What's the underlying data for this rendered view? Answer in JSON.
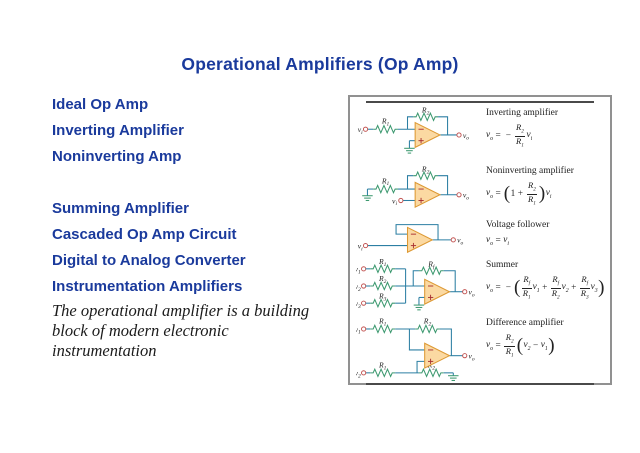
{
  "slide": {
    "title": "Operational Amplifiers (Op Amp)"
  },
  "topics": {
    "items": [
      "Ideal Op Amp",
      "Inverting Amplifier",
      "Noninverting Amp",
      "Summing Amplifier",
      "Cascaded Op Amp Circuit",
      "Digital to Analog Converter",
      "Instrumentation Amplifiers"
    ]
  },
  "note": {
    "lines": [
      "The operational amplifier is a building",
      "block of modern electronic",
      "instrumentation"
    ]
  },
  "colors": {
    "accent_blue": "#1A3A9C",
    "wire": "#2C7FA3",
    "resistor": "#3D9970",
    "opamp_fill": "#FBD9A2",
    "opamp_stroke": "#DD9933",
    "opamp_sign": "#AA3333",
    "terminal": "#C1504E",
    "figure_border": "#919191",
    "figure_text": "#222222"
  },
  "figure": {
    "rows": [
      {
        "title": "Inverting amplifier",
        "formula": [
          {
            "t": "v",
            "b": "v",
            "s": "o"
          },
          {
            "t": "o",
            "v": "="
          },
          {
            "t": "o",
            "v": "−"
          },
          {
            "t": "f",
            "nb": "R",
            "ns": "2",
            "db": "R",
            "ds": "1"
          },
          {
            "t": "v",
            "b": "v",
            "s": "i"
          }
        ],
        "circuit": {
          "type": "inverting",
          "labels": {
            "in": "v_i",
            "out": "v_o",
            "r1": "R_1",
            "r2": "R_2"
          }
        }
      },
      {
        "title": "Noninverting amplifier",
        "formula": [
          {
            "t": "v",
            "b": "v",
            "s": "o"
          },
          {
            "t": "o",
            "v": "="
          },
          {
            "t": "p",
            "v": "("
          },
          {
            "t": "n",
            "v": "1"
          },
          {
            "t": "o",
            "v": "+"
          },
          {
            "t": "f",
            "nb": "R",
            "ns": "2",
            "db": "R",
            "ds": "1"
          },
          {
            "t": "p",
            "v": ")"
          },
          {
            "t": "v",
            "b": "v",
            "s": "i"
          }
        ],
        "circuit": {
          "type": "noninverting",
          "labels": {
            "in": "v_i",
            "out": "v_o",
            "r1": "R_1",
            "r2": "R_2"
          }
        }
      },
      {
        "title": "Voltage follower",
        "formula": [
          {
            "t": "v",
            "b": "v",
            "s": "o"
          },
          {
            "t": "o",
            "v": "="
          },
          {
            "t": "v",
            "b": "v",
            "s": "i"
          }
        ],
        "circuit": {
          "type": "follower",
          "labels": {
            "in": "v_i",
            "out": "v_o"
          }
        }
      },
      {
        "title": "Summer",
        "formula": [
          {
            "t": "v",
            "b": "v",
            "s": "o"
          },
          {
            "t": "o",
            "v": "="
          },
          {
            "t": "o",
            "v": "−"
          },
          {
            "t": "p",
            "v": "("
          },
          {
            "t": "f",
            "nb": "R",
            "ns": "f",
            "db": "R",
            "ds": "1"
          },
          {
            "t": "v",
            "b": "v",
            "s": "1"
          },
          {
            "t": "o",
            "v": "+"
          },
          {
            "t": "f",
            "nb": "R",
            "ns": "f",
            "db": "R",
            "ds": "2"
          },
          {
            "t": "v",
            "b": "v",
            "s": "2"
          },
          {
            "t": "o",
            "v": "+"
          },
          {
            "t": "f",
            "nb": "R",
            "ns": "f",
            "db": "R",
            "ds": "3"
          },
          {
            "t": "v",
            "b": "v",
            "s": "3"
          },
          {
            "t": "p",
            "v": ")"
          }
        ],
        "circuit": {
          "type": "summer",
          "labels": {
            "in1": "v_1",
            "in2": "v_2",
            "in3": "v_3",
            "r1": "R_1",
            "r2": "R_2",
            "r3": "R_3",
            "rf": "R_f",
            "out": "v_o"
          }
        }
      },
      {
        "title": "Difference amplifier",
        "formula": [
          {
            "t": "v",
            "b": "v",
            "s": "o"
          },
          {
            "t": "o",
            "v": "="
          },
          {
            "t": "f",
            "nb": "R",
            "ns": "2",
            "db": "R",
            "ds": "1"
          },
          {
            "t": "p",
            "v": "("
          },
          {
            "t": "v",
            "b": "v",
            "s": "2"
          },
          {
            "t": "o",
            "v": "−"
          },
          {
            "t": "v",
            "b": "v",
            "s": "1"
          },
          {
            "t": "p",
            "v": ")"
          }
        ],
        "circuit": {
          "type": "difference",
          "labels": {
            "in1": "v_1",
            "in2": "v_2",
            "out": "v_o",
            "r1": "R_1",
            "r2": "R_2"
          }
        }
      }
    ]
  }
}
